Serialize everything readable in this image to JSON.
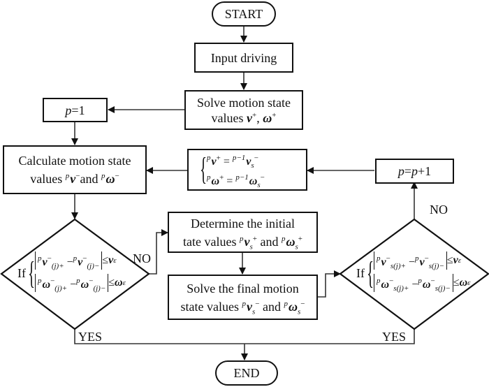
{
  "flowchart": {
    "start": "START",
    "end": "END",
    "input_driving": "Input driving",
    "solve_initial": {
      "line1": "Solve  motion state",
      "line2_prefix": "values ",
      "v": "v",
      "sep": ",  ",
      "w": "ω",
      "plus": "+"
    },
    "p_init": {
      "var": "p",
      "rest": "=1"
    },
    "calculate": {
      "line1": "Calculate motion state",
      "line2_prefix": "values ",
      "p": "p",
      "v": "v",
      "minus": "−",
      "and": "and ",
      "w": "ω"
    },
    "update_box": {
      "p": "p",
      "pm1": "p−1",
      "v": "v",
      "w": "ω",
      "s": "s",
      "plus": "+",
      "minus": "−",
      "eq": " = "
    },
    "p_increment": {
      "text1": "p",
      "text2": "=",
      "text3": "p",
      "text4": "+1"
    },
    "determine": {
      "line1": "Determine the initial",
      "line2_prefix": "tate values ",
      "and": " and ",
      "p": "p",
      "v": "v",
      "w": "ω",
      "s": "s",
      "plus": "+"
    },
    "solve_final": {
      "line1": "Solve  the final motion",
      "line2_prefix": "state values ",
      "and": " and ",
      "p": "p",
      "v": "v",
      "w": "ω",
      "s": "s",
      "minus": "−"
    },
    "decision_left": {
      "if": "If",
      "row1": {
        "p": "p",
        "v": "v",
        "minus": "−",
        "sub1": "(j)+",
        "sub2": "(j)−",
        "op": "−",
        "leq": "≤",
        "rhs": "v",
        "eps": "ε"
      },
      "row2": {
        "p": "p",
        "w": "ω",
        "minus": "−",
        "sub1": "(j)+",
        "sub2": "(j)−",
        "op": "−",
        "leq": "≤",
        "rhs": "ω",
        "eps": "ε"
      }
    },
    "decision_right": {
      "if": "If",
      "row1": {
        "p": "p",
        "v": "v",
        "minus": "−",
        "sub1": "s(j)+",
        "sub2": "s(j)−",
        "op": "−",
        "leq": "≤",
        "rhs": "v",
        "eps": "ε"
      },
      "row2": {
        "p": "p",
        "w": "ω",
        "minus": "−",
        "sub1": "s(j)+",
        "sub2": "s(j)−",
        "op": "−",
        "leq": "≤",
        "rhs": "ω",
        "eps": "ε"
      }
    },
    "labels": {
      "no_left": "NO",
      "yes_left": "YES",
      "no_right": "NO",
      "yes_right": "YES"
    }
  }
}
